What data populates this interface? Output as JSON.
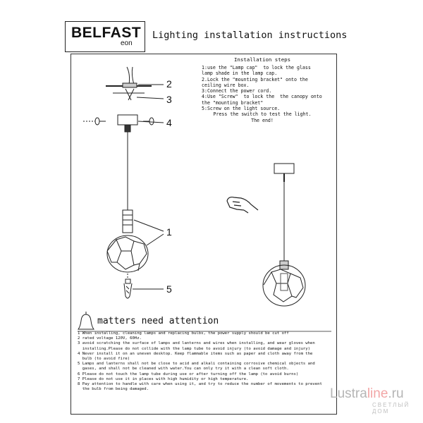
{
  "logo": {
    "brand": "BELFAST",
    "sub": "eon"
  },
  "header": {
    "title": "Lighting installation instructions"
  },
  "installation": {
    "title": "Installation steps",
    "steps": [
      "1:use the \"Lamp cap\"  to lock the glass",
      "lamp shade in the lamp cap.",
      "2.Lock the \"mounting bracket\" onto the",
      "ceiling wire box.",
      "3:Connect the power cord.",
      "4:Use \"Screw\"  to lock the  the canopy onto",
      "the \"mounting bracket\"",
      "5:Screw on the light source.",
      "Press the switch to test the light.",
      "The end!"
    ]
  },
  "diagram_labels": {
    "l2": "2",
    "l3": "3",
    "l4": "4",
    "l1": "1",
    "l5": "5"
  },
  "attention": {
    "heading": "matters need attention"
  },
  "notes": [
    "1 When installing, cleaning lamps and replacing bulbs, the power supply should be cut off",
    "2 rated voltage 120V, 60Hz.",
    "3 avoid scratching the surface of lamps and lanterns and wires when installing, and wear gloves when",
    "  installing.Please do not collide with the lamp tube to avoid injury (to avoid damage and injury)",
    "4 Never install it on an uneven desktop. Keep flammable items such as paper and cloth away from the",
    "  bulb (to avoid fire)",
    "5 Lamps and lanterns shall not be close to acid and alkali containing corrosive chemical objects and",
    "  gases, and shall not be cleaned with water.You can only try it with a clean soft cloth.",
    "6 Please do not touch the lamp tube during use or after turning off the lamp (to avoid burns)",
    "7 Please do not use it in places with high humidity or high temperature.",
    "8 Pay attention to handle with care when using it, and try to reduce the number of movements to prevent",
    "  the bulb from being damaged."
  ],
  "watermark": {
    "main": "Lustra",
    "accent": "line",
    "tld": ".ru",
    "sub": "СВЕТЛЫЙ ДОМ"
  }
}
